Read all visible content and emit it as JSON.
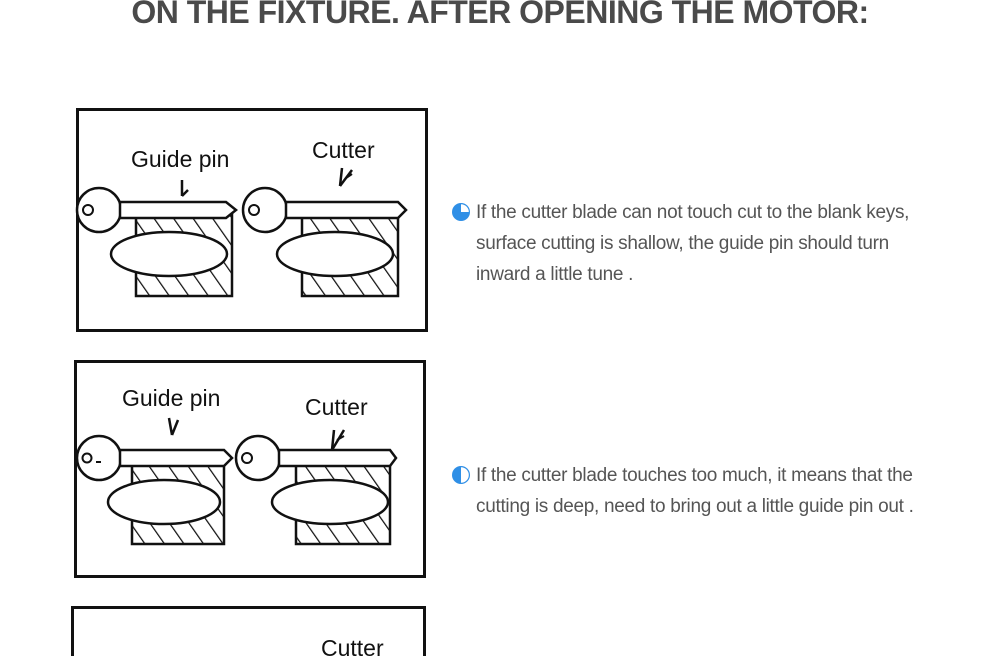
{
  "heading": "ON THE FIXTURE. AFTER OPENING THE MOTOR:",
  "figures": [
    {
      "guide_label": "Guide pin",
      "cutter_label": "Cutter"
    },
    {
      "guide_label": "Guide pin",
      "cutter_label": "Cutter"
    },
    {
      "cutter_label": "Cutter"
    }
  ],
  "steps": [
    {
      "icon": "quarter-pie-icon",
      "lines": [
        "If the cutter blade can not touch cut to the blank keys,",
        "surface cutting is shallow, the guide pin should turn",
        "inward a little tune ."
      ]
    },
    {
      "icon": "half-pie-icon",
      "lines": [
        "If the cutter blade touches too much, it means that the",
        "cutting is deep, need to bring out a little guide pin out ."
      ]
    }
  ],
  "colors": {
    "accent": "#2f8fe6",
    "text": "#555555",
    "heading": "#4a4a4a"
  }
}
